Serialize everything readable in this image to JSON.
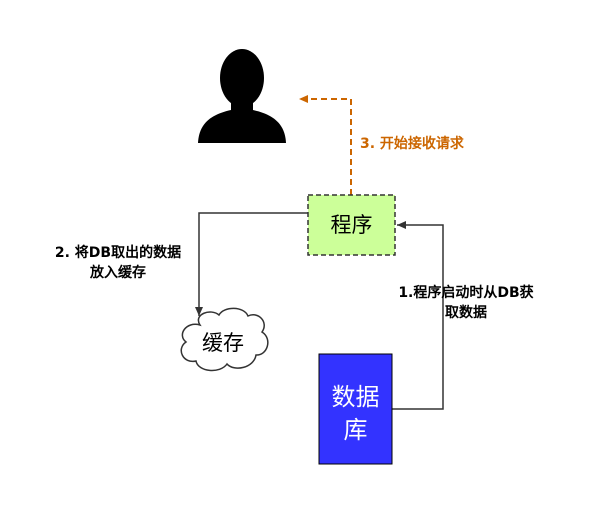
{
  "nodes": {
    "user": {
      "icon": "user-silhouette-icon"
    },
    "program": {
      "label": "程序",
      "fill": "#ccff99",
      "stroke": "#333333"
    },
    "cache": {
      "label": "缓存",
      "shape": "cloud"
    },
    "database": {
      "line1": "数据",
      "line2": "库",
      "fill": "#3333ff",
      "text_color": "#ffffff"
    }
  },
  "edges": {
    "step1": {
      "line1": "1.程序启动时从DB获",
      "line2": "取数据",
      "color": "#333333"
    },
    "step2": {
      "line1": "2. 将DB取出的数据",
      "line2": "放入缓存",
      "color": "#333333"
    },
    "step3": {
      "label": "3. 开始接收请求",
      "color": "#cc6600"
    }
  }
}
